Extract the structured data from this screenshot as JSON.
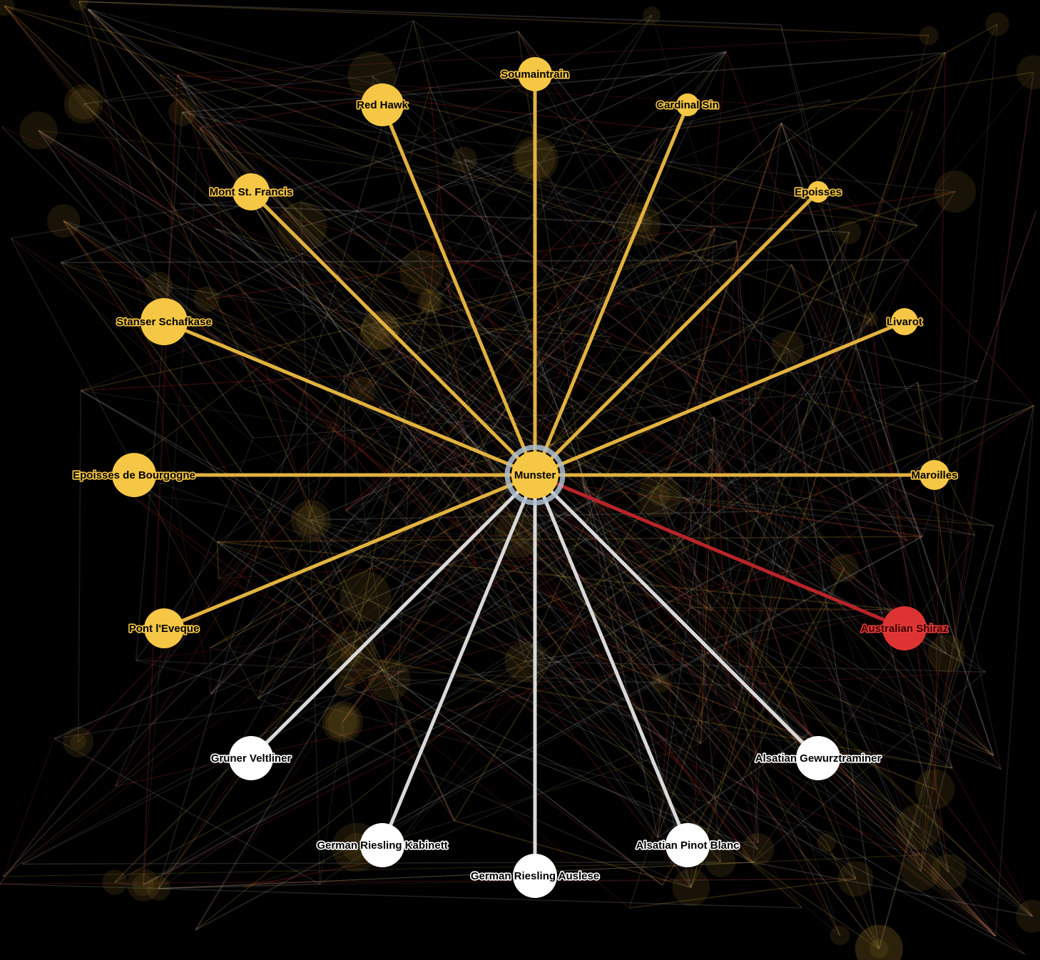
{
  "graph": {
    "center": {
      "id": "munster",
      "label": "Munster",
      "group": "cheese",
      "selected": true
    },
    "nodes": [
      {
        "id": "soumaintrain",
        "label": "Soumaintrain",
        "group": "cheese"
      },
      {
        "id": "cardinal-sin",
        "label": "Cardinal Sin",
        "group": "cheese"
      },
      {
        "id": "epoisses",
        "label": "Epoisses",
        "group": "cheese"
      },
      {
        "id": "livarot",
        "label": "Livarot",
        "group": "cheese"
      },
      {
        "id": "maroilles",
        "label": "Maroilles",
        "group": "cheese"
      },
      {
        "id": "australian-shiraz",
        "label": "Australian Shiraz",
        "group": "red-wine"
      },
      {
        "id": "alsatian-gewurztraminer",
        "label": "Alsatian Gewurztraminer",
        "group": "white-wine"
      },
      {
        "id": "alsatian-pinot-blanc",
        "label": "Alsatian Pinot Blanc",
        "group": "white-wine"
      },
      {
        "id": "german-riesling-auslese",
        "label": "German Riesling Auslese",
        "group": "white-wine"
      },
      {
        "id": "german-riesling-kabinett",
        "label": "German Riesling Kabinett",
        "group": "white-wine"
      },
      {
        "id": "gruner-veltliner",
        "label": "Gruner Veltliner",
        "group": "white-wine"
      },
      {
        "id": "pont-l-eveque",
        "label": "Pont l'Eveque",
        "group": "cheese"
      },
      {
        "id": "epoisses-de-bourgogne",
        "label": "Epoisses de Bourgogne",
        "group": "cheese"
      },
      {
        "id": "stanser-schafkase",
        "label": "Stanser Schafkase",
        "group": "cheese"
      },
      {
        "id": "mont-st-francis",
        "label": "Mont St. Francis",
        "group": "cheese"
      },
      {
        "id": "red-hawk",
        "label": "Red Hawk",
        "group": "cheese"
      }
    ],
    "edges": [
      {
        "from": "munster",
        "to": "soumaintrain"
      },
      {
        "from": "munster",
        "to": "cardinal-sin"
      },
      {
        "from": "munster",
        "to": "epoisses"
      },
      {
        "from": "munster",
        "to": "livarot"
      },
      {
        "from": "munster",
        "to": "maroilles"
      },
      {
        "from": "munster",
        "to": "australian-shiraz"
      },
      {
        "from": "munster",
        "to": "alsatian-gewurztraminer"
      },
      {
        "from": "munster",
        "to": "alsatian-pinot-blanc"
      },
      {
        "from": "munster",
        "to": "german-riesling-auslese"
      },
      {
        "from": "munster",
        "to": "german-riesling-kabinett"
      },
      {
        "from": "munster",
        "to": "gruner-veltliner"
      },
      {
        "from": "munster",
        "to": "pont-l-eveque"
      },
      {
        "from": "munster",
        "to": "epoisses-de-bourgogne"
      },
      {
        "from": "munster",
        "to": "stanser-schafkase"
      },
      {
        "from": "munster",
        "to": "mont-st-francis"
      },
      {
        "from": "munster",
        "to": "red-hawk"
      }
    ],
    "colors": {
      "cheese": "#f6c744",
      "white-wine": "#ffffff",
      "red-wine": "#dd3333",
      "cheese_edge": "#e2b23f",
      "white_edge": "#d9d9d9",
      "red_edge": "#b8242a",
      "background": "#000000",
      "ring": "#aebfce"
    }
  }
}
